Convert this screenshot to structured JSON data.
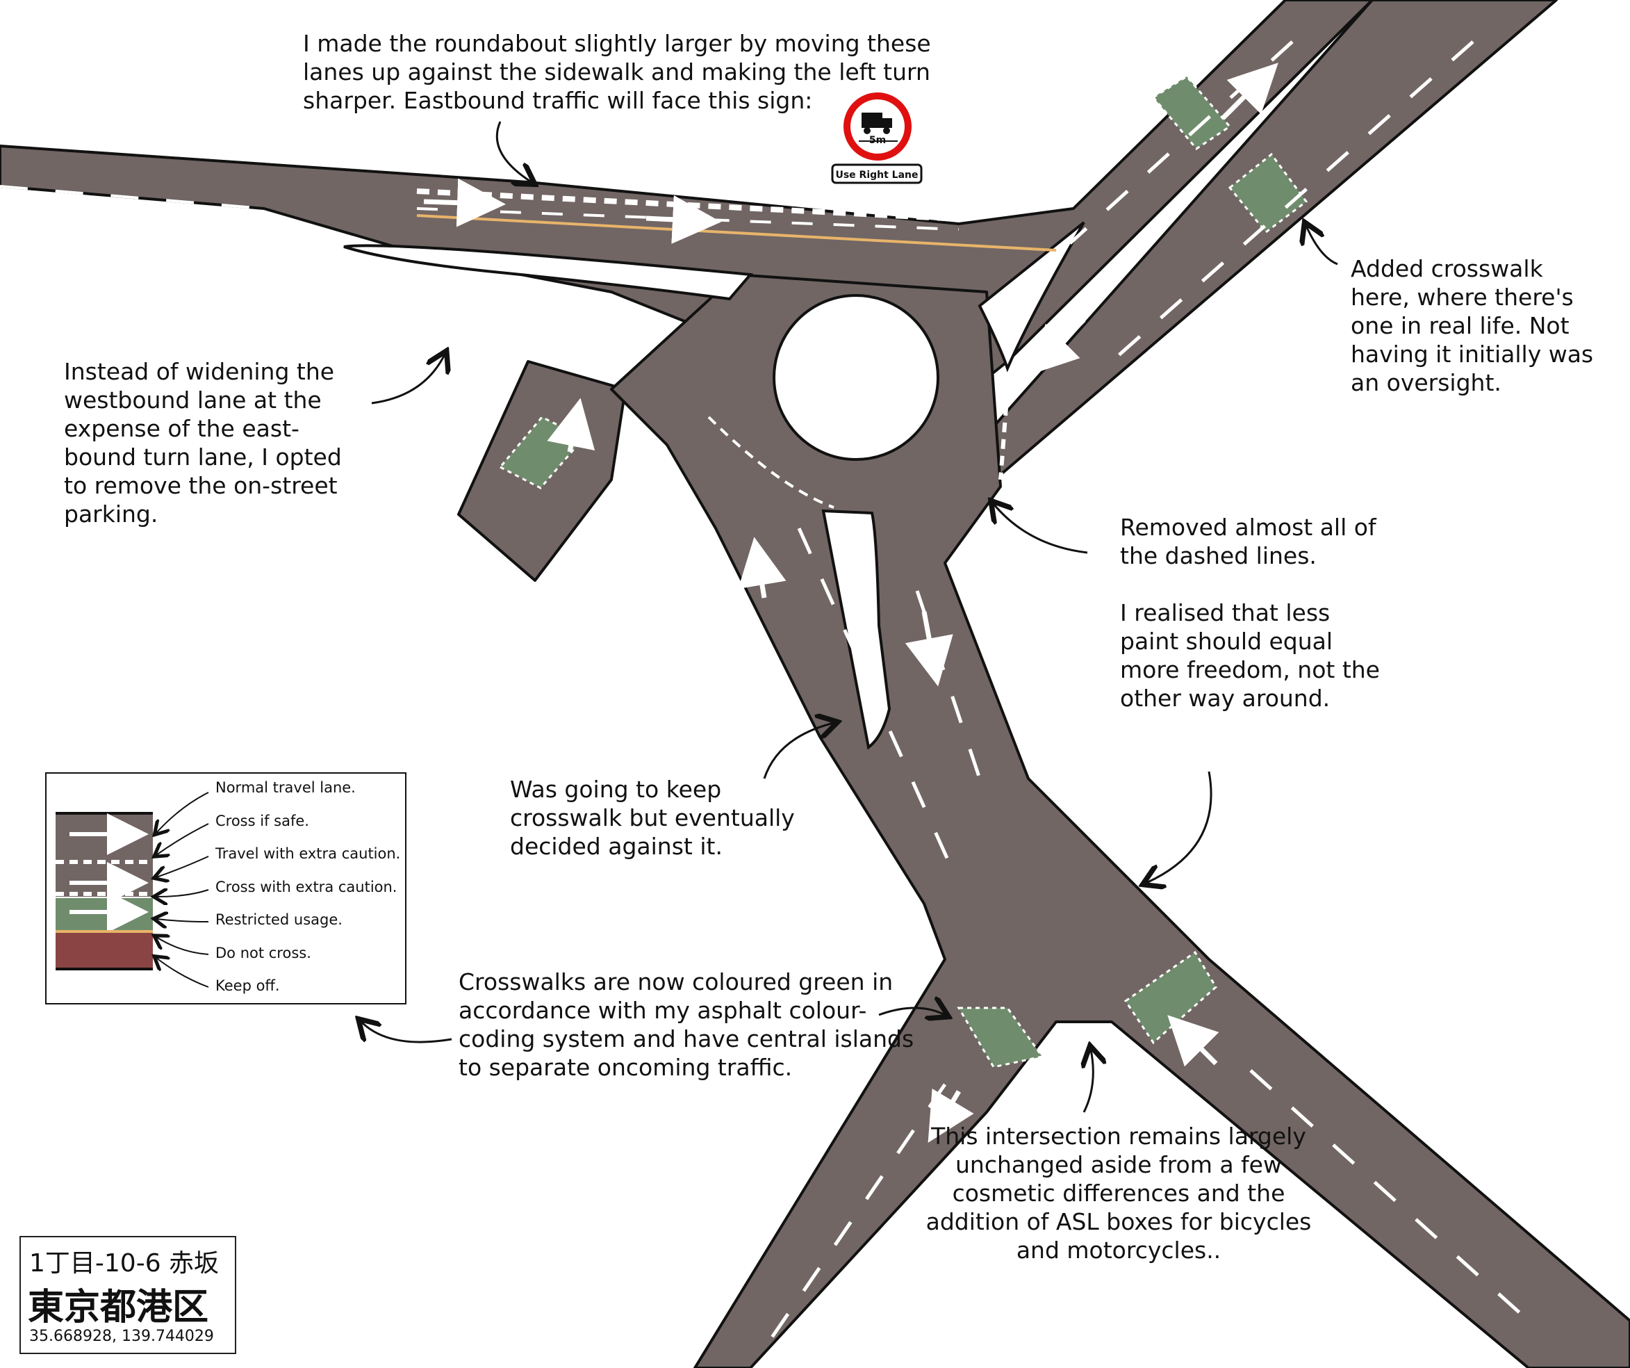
{
  "colors": {
    "asphalt": "#716664",
    "road_edge": "#111111",
    "marking": "#ffffff",
    "restricted_green": "#6f8c6c",
    "keep_off_red": "#8b4444",
    "caution_yellow": "#e8b46a",
    "sign_red": "#e01010"
  },
  "notes": {
    "roundabout": "I made the roundabout slightly larger by moving these lanes up against the sidewalk and making the left turn sharper. Eastbound traffic will face this sign:",
    "crosswalk_added": "Added crosswalk here, where there's one in real life. Not having it initially was an oversight.",
    "westbound": "Instead of widening the westbound lane at the expense of the east-bound turn lane, I opted to remove the on-street parking.",
    "dashed_lines": "Removed almost all of the dashed lines.\n\nI realised that less paint should equal more freedom, not the other way around.",
    "crosswalk_kept": "Was going to keep crosswalk but eventually decided against it.",
    "crosswalks_green": "Crosswalks are now coloured green in accordance with my asphalt colour-coding system and have central islands to separate oncoming traffic.",
    "intersection": "This intersection remains largely unchanged aside from a few cosmetic differences and the addition of ASL boxes for bicycles and motorcycles.."
  },
  "sign": {
    "distance": "5m",
    "plate": "Use Right Lane",
    "icon": "truck-prohibited-icon"
  },
  "legend": [
    {
      "label": "Normal travel lane."
    },
    {
      "label": "Cross if safe."
    },
    {
      "label": "Travel with extra caution."
    },
    {
      "label": "Cross with extra caution."
    },
    {
      "label": "Restricted usage."
    },
    {
      "label": "Do not cross."
    },
    {
      "label": "Keep off."
    }
  ],
  "address": {
    "line1": "1丁目-10-6 赤坂",
    "line2": "東京都港区",
    "coords": "35.668928, 139.744029"
  }
}
